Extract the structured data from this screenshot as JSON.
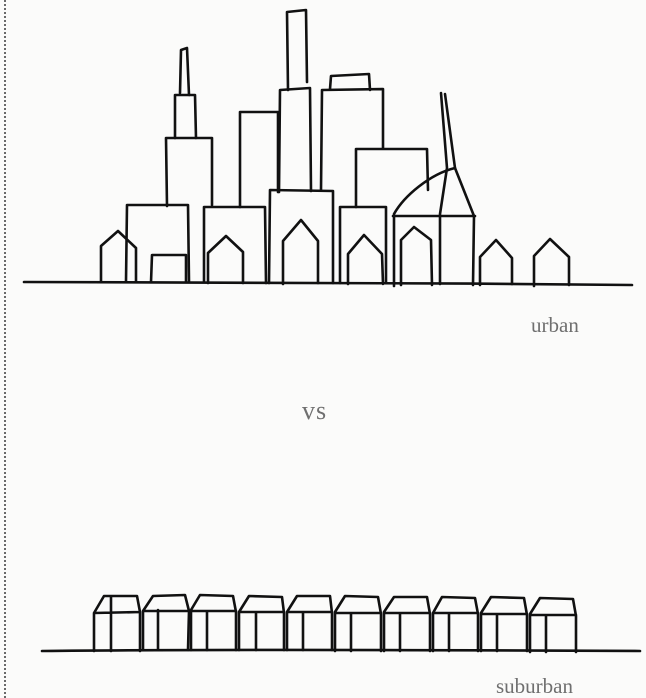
{
  "labels": {
    "urban": "urban",
    "vs": "vs",
    "suburban": "suburban"
  },
  "colors": {
    "ink": "#111111",
    "caption": "#6f6f6f",
    "paper": "#fbfbfa"
  }
}
